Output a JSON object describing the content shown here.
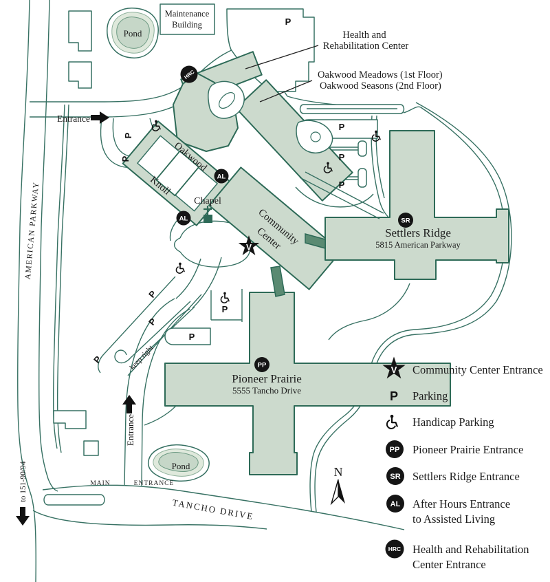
{
  "colors": {
    "building_fill": "#ccdacd",
    "building_stroke": "#2d6a57",
    "road_stroke": "#377163",
    "connector_fill": "#5a8a72",
    "marker_bg": "#151515",
    "marker_text": "#ffffff",
    "label_text": "#1c1c1c",
    "pond_mid": "#dfe9dc",
    "pond_inner": "#c6d7c8"
  },
  "labels": {
    "maintenance_line1": "Maintenance",
    "maintenance_line2": "Building",
    "pond_top": "Pond",
    "pond_bottom": "Pond",
    "health_line1": "Health and",
    "health_line2": "Rehabilitation Center",
    "meadows": "Oakwood Meadows (1st Floor)",
    "seasons": "Oakwood Seasons (2nd Floor)",
    "entrance_nw": "Entrance",
    "american_parkway": "AMERICAN PARKWAY",
    "oakwood": "Oakwood",
    "knoll": "Knoll",
    "chapel": "Chapel",
    "community": "Community",
    "center": "Center",
    "settlers_ridge": "Settlers Ridge",
    "settlers_ridge_address": "5815 American Parkway",
    "pioneer_prairie": "Pioneer Prairie",
    "pioneer_prairie_address": "5555 Tancho Drive",
    "keep_right": "keep right",
    "entrance_south": "Entrance",
    "main": "MAIN",
    "entrance_caps": "ENTRANCE",
    "tancho_drive": "TANCHO DRIVE",
    "to_highway": "to 151-90/94",
    "north": "N"
  },
  "symbols": {
    "parking": "P",
    "community_entrance": "V",
    "pioneer_entrance": "PP",
    "settlers_entrance": "SR",
    "assisted_living": "AL",
    "health_rehab": "HRC"
  },
  "legend": {
    "items": [
      {
        "symbol": "V",
        "label": "Community Center Entrance"
      },
      {
        "symbol": "P",
        "label": "Parking"
      },
      {
        "symbol": "handicap",
        "label": "Handicap Parking"
      },
      {
        "symbol": "PP",
        "label": "Pioneer Prairie Entrance"
      },
      {
        "symbol": "SR",
        "label": "Settlers Ridge Entrance"
      },
      {
        "symbol": "AL",
        "label": "After Hours Entrance",
        "label2": "to Assisted Living"
      },
      {
        "symbol": "HRC",
        "label": "Health and Rehabilitation",
        "label2": "Center Entrance"
      }
    ]
  }
}
